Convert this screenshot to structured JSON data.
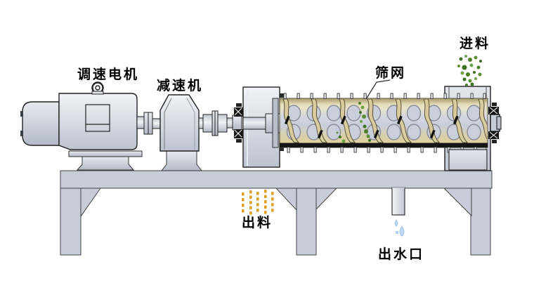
{
  "diagram": {
    "type": "machine-schematic",
    "subject": "screw press dewatering machine",
    "labels": {
      "motor": "调速电机",
      "reducer": "减速机",
      "screen": "筛网",
      "feed": "进料",
      "discharge": "出料",
      "water_outlet": "出水口"
    },
    "colors": {
      "metal_light": "#f1f3f7",
      "metal_dark": "#bcc3d0",
      "frame": "#c6ccd8",
      "screen_tan_band": "#ab9d72",
      "screen_tan_light": "#e9e4c8",
      "screen_gray_mid": "#c8cedb",
      "hole_fill": "#cad0db",
      "feed_particles": "#4c7f26",
      "discharge_particles": "#dd9f1c",
      "water_drop": "#bcd8f2",
      "outline": "#333333"
    }
  }
}
